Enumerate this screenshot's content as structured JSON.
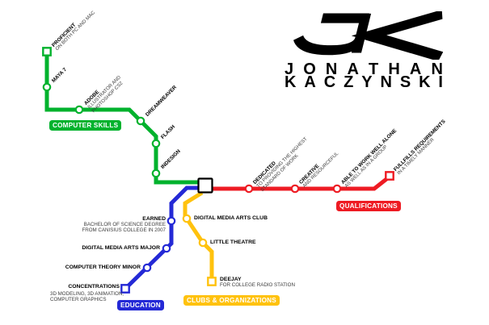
{
  "logo": {
    "monogram": "JK",
    "name_line1": "JONATHAN",
    "name_line2": "KACZYNSKI"
  },
  "colors": {
    "computer_skills": "#00B22D",
    "qualifications": "#EE1B23",
    "education": "#2429D6",
    "clubs": "#FFC20E",
    "interchange_border": "#000000"
  },
  "lines": {
    "computer_skills": {
      "label": "COMPUTER SKILLS",
      "stations": [
        {
          "title": "PROFICIENT",
          "sub1": "ON BOTH PC AND MAC"
        },
        {
          "title": "MAYA 7"
        },
        {
          "title": "ADOBE",
          "sub1": "ILLUSTRATOR AND",
          "sub2": "PHOTOSHOP CS2"
        },
        {
          "title": "DREAMWEAVER"
        },
        {
          "title": "FLASH"
        },
        {
          "title": "INDESIGN"
        }
      ]
    },
    "qualifications": {
      "label": "QUALIFICATIONS",
      "stations": [
        {
          "title": "DEDICATED",
          "sub1": "TO PROVIDING THE HIGHEST",
          "sub2": "STANDARD OF WORK"
        },
        {
          "title": "CREATIVE",
          "sub1": "AND RESOURCEFUL"
        },
        {
          "title": "ABLE TO WORK WELL ALONE",
          "sub1": "AS WELL AS IN A GROUP"
        },
        {
          "title": "FULLFILLS REQUIREMENTS",
          "sub1": "IN A TIMELY MANNER"
        }
      ]
    },
    "education": {
      "label": "EDUCATION",
      "stations": [
        {
          "title": "EARNED",
          "sub1": "BACHELOR OF SCIENCE DEGREE",
          "sub2": "FROM CANISIUS COLLEGE IN 2007"
        },
        {
          "title": "DIGITAL MEDIA ARTS MAJOR"
        },
        {
          "title": "COMPUTER THEORY MINOR"
        },
        {
          "title": "CONCENTRATIONS",
          "sub1": "3D MODELING, 3D ANIMATION,",
          "sub2": "COMPUTER GRAPHICS"
        }
      ]
    },
    "clubs": {
      "label": "CLUBS & ORGANIZATIONS",
      "stations": [
        {
          "title": "DIGITAL MEDIA ARTS CLUB"
        },
        {
          "title": "LITTLE THEATRE"
        },
        {
          "title": "DEEJAY",
          "sub1": "FOR COLLEGE RADIO STATION"
        }
      ]
    }
  }
}
